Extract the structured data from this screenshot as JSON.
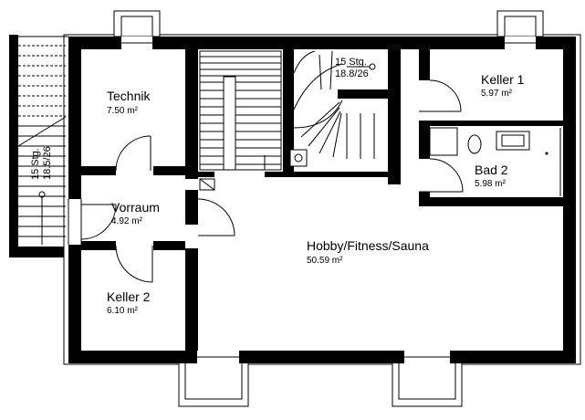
{
  "rooms": [
    {
      "key": "technik",
      "name": "Technik",
      "area": "7.50 m²"
    },
    {
      "key": "vorraum",
      "name": "Vorraum",
      "area": "4.92 m²"
    },
    {
      "key": "keller2",
      "name": "Keller 2",
      "area": "6.10 m²"
    },
    {
      "key": "hobby",
      "name": "Hobby/Fitness/Sauna",
      "area": "50.59 m²"
    },
    {
      "key": "keller1",
      "name": "Keller 1",
      "area": "5.97 m²"
    },
    {
      "key": "bad2",
      "name": "Bad 2",
      "area": "5.98 m²"
    }
  ],
  "stairs": {
    "center": {
      "steps": "15 Stg.",
      "rise": "18.8/26"
    },
    "left": {
      "steps": "15 Stg.",
      "rise": "18.5/26"
    }
  },
  "colors": {
    "wall": "#000000",
    "background": "#ffffff"
  }
}
